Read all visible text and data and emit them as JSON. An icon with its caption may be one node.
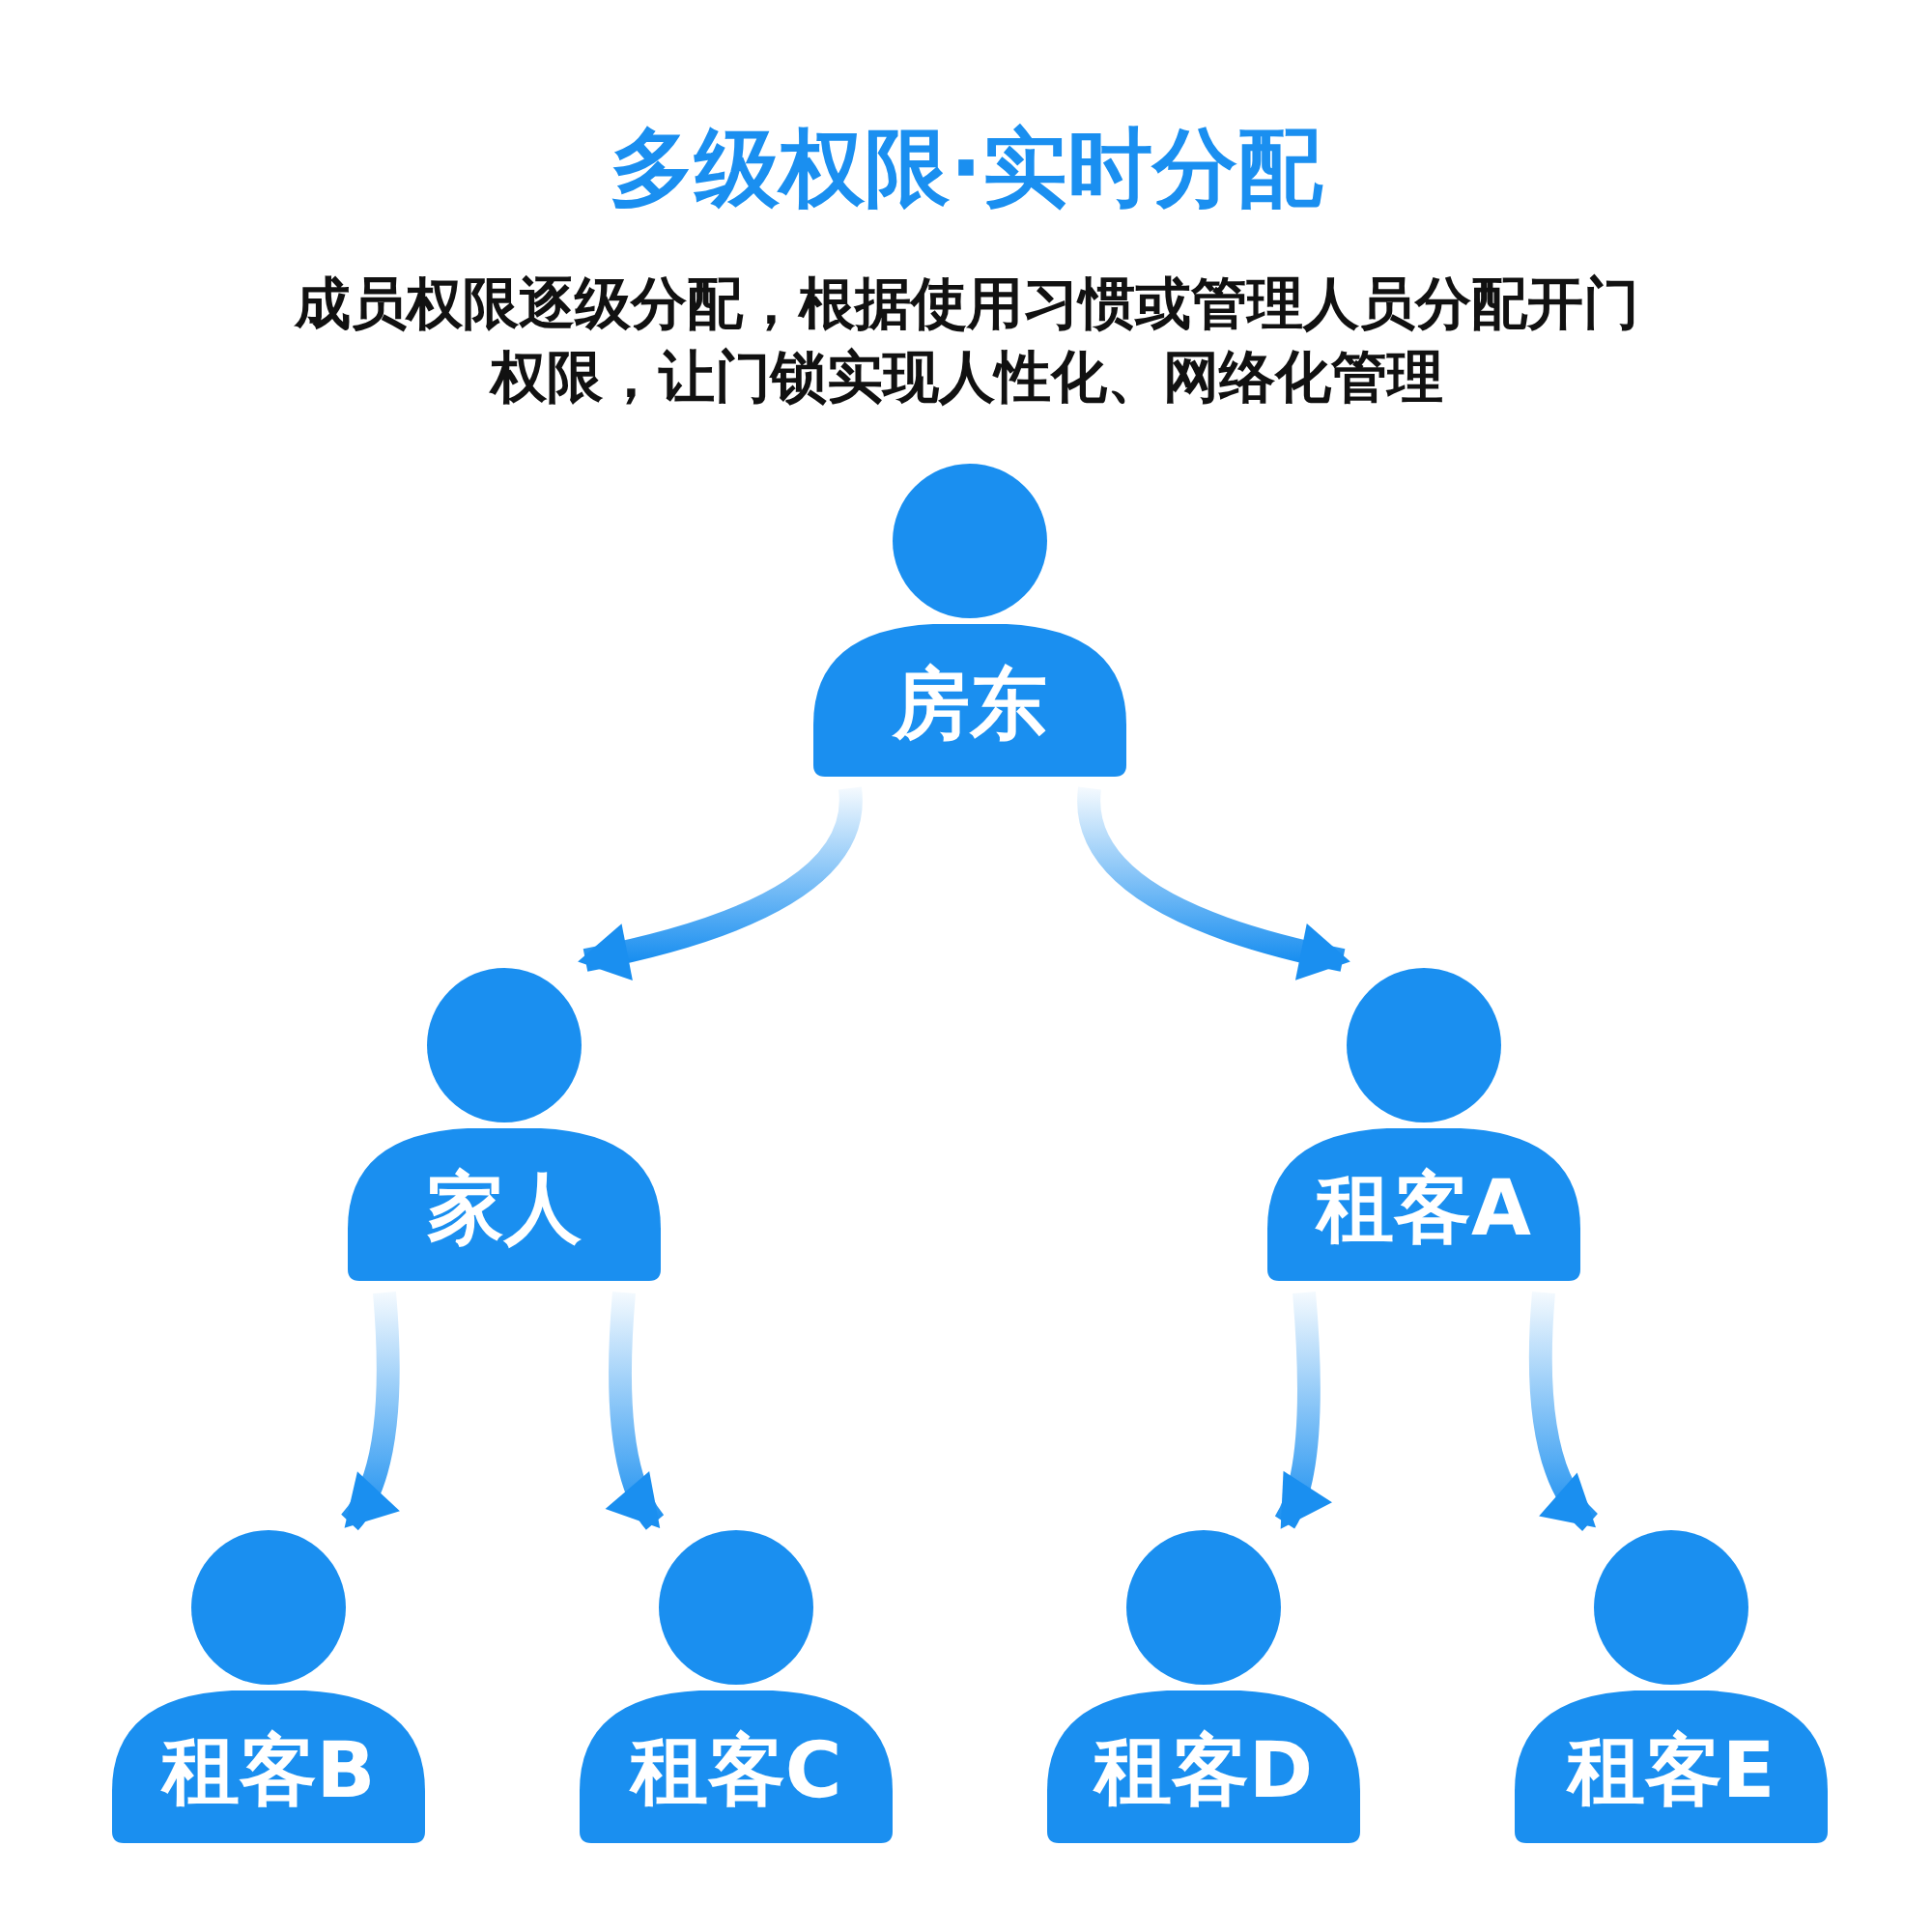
{
  "diagram": {
    "title": "多级权限·实时分配",
    "nodes": [
      {
        "text": [
          "房东"
        ]
      },
      {
        "text": [
          "家人"
        ]
      },
      {
        "text": [
          "租客A"
        ]
      },
      {
        "text": [
          "租客B"
        ]
      },
      {
        "text": [
          "租客C"
        ]
      },
      {
        "text": [
          "租客D"
        ]
      },
      {
        "text": [
          "租客E"
        ]
      }
    ],
    "edges": [
      {
        "from": 0,
        "to": 1,
        "arrow": "to"
      },
      {
        "from": 0,
        "to": 2,
        "arrow": "to"
      },
      {
        "from": 1,
        "to": 3,
        "arrow": "to"
      },
      {
        "from": 1,
        "to": 4,
        "arrow": "to"
      },
      {
        "from": 2,
        "to": 5,
        "arrow": "to"
      },
      {
        "from": 2,
        "to": 6,
        "arrow": "to"
      }
    ],
    "labels": [
      "成员权限逐级分配，根据使用习惯或管理人员分配开门权限，让门锁实现人性化、网络化管理"
    ]
  }
}
